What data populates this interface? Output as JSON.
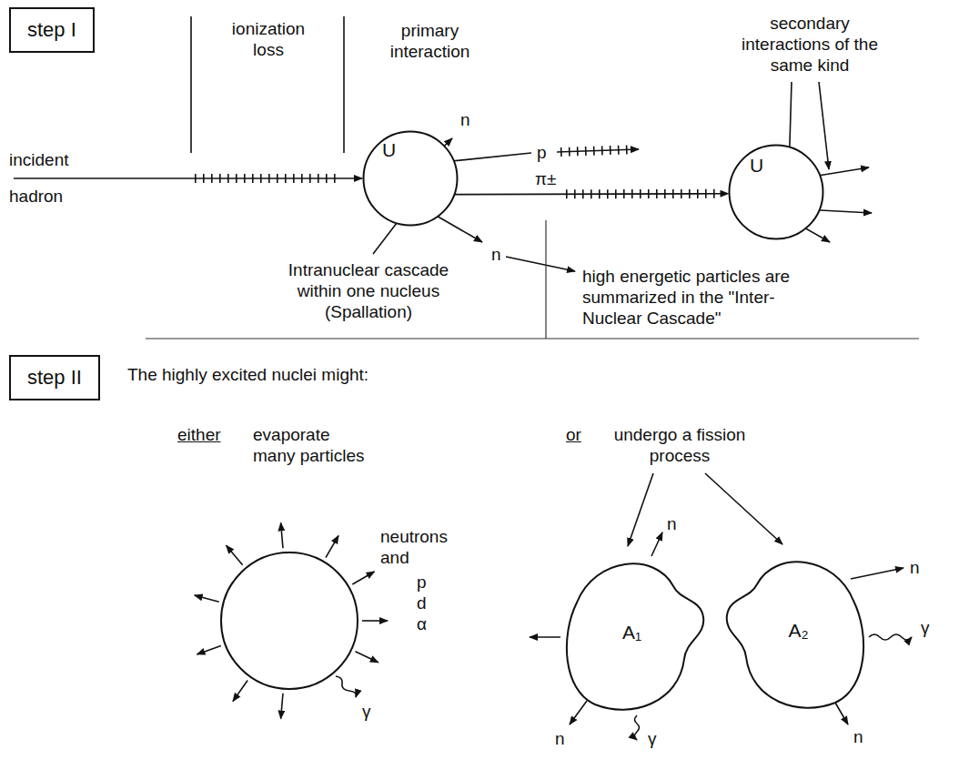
{
  "diagram": {
    "nodes": [
      {
        "text": [
          "step I"
        ]
      },
      {
        "text": [
          "U"
        ]
      },
      {
        "text": [
          "U"
        ]
      },
      {
        "text": [
          "step II"
        ]
      },
      {
        "text": [
          "A₁"
        ]
      },
      {
        "text": [
          "A₂"
        ]
      }
    ],
    "edges": [
      {
        "from": 1,
        "to": 2,
        "arrow": "to"
      }
    ],
    "labels": [
      "ionization loss",
      "primary interaction",
      "secondary interactions of the same kind",
      "n",
      "incident hadron",
      "p",
      "π±",
      "n",
      "Intranuclear cascade within one nucleus (Spallation)",
      "high energetic particles are summarized in the \"Inter-Nuclear Cascade\"",
      "The highly excited nuclei might:",
      "either",
      "evaporate many particles",
      "or",
      "undergo a fission process",
      "neutrons and",
      "p",
      "d",
      "α",
      "γ",
      "n",
      "n",
      "γ",
      "n",
      "γ",
      "n"
    ]
  }
}
